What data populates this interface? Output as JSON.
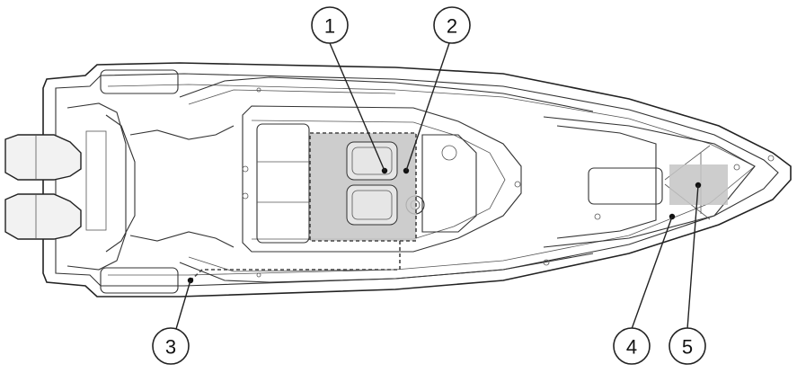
{
  "callouts": [
    {
      "label": "1"
    },
    {
      "label": "2"
    },
    {
      "label": "3"
    },
    {
      "label": "4"
    },
    {
      "label": "5"
    }
  ],
  "colors": {
    "outline": "#222222",
    "shade": "#c4c4c4",
    "callout_fill": "#ffffff"
  }
}
